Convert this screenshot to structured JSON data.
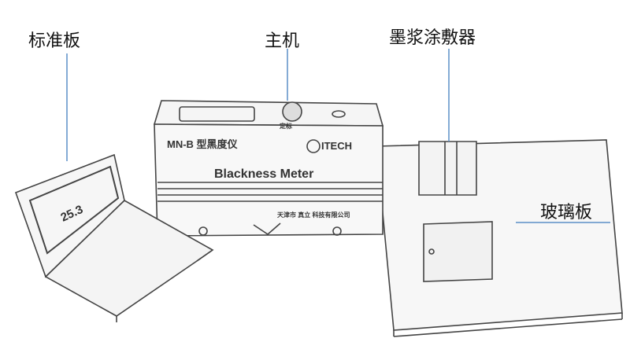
{
  "labels": {
    "standard_plate": "标准板",
    "main_unit": "主机",
    "ink_applicator": "墨浆涂敷器",
    "glass_plate": "玻璃板"
  },
  "device": {
    "model": "MN-B 型黑度仪",
    "brand": "ITECH",
    "name": "Blackness Meter",
    "knob_label": "定标",
    "manufacturer": "天津市 真立 科技有限公司",
    "standard_reading": "25.3"
  },
  "colors": {
    "leader_line": "#5b8fc7",
    "sketch": "#444444"
  }
}
